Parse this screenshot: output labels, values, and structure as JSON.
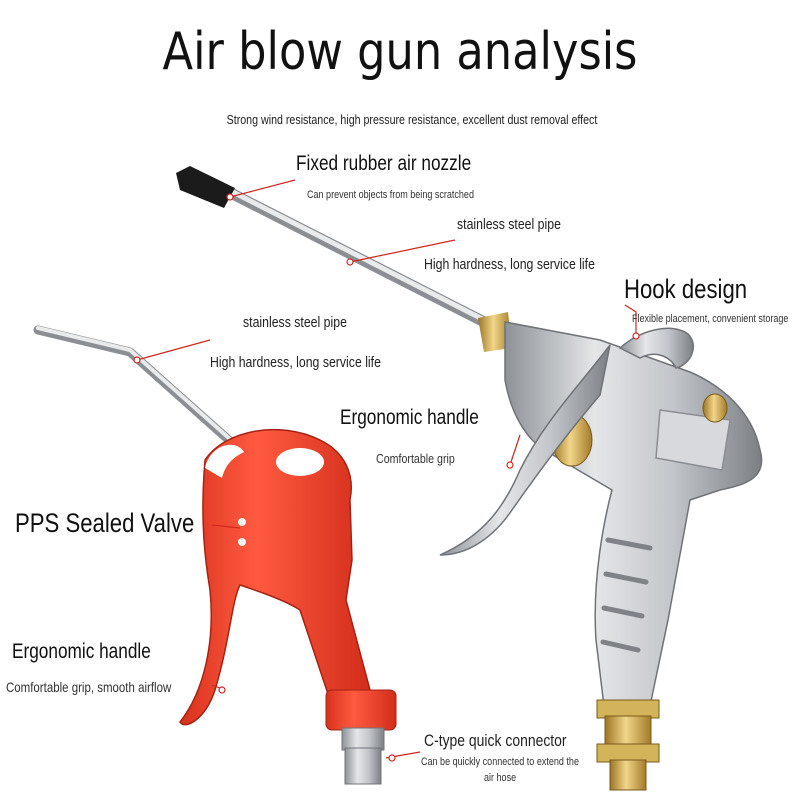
{
  "title": "Air blow gun analysis",
  "subtitle": "Strong wind resistance, high pressure resistance, excellent dust removal effect",
  "callouts": {
    "nozzle": {
      "title": "Fixed rubber air nozzle",
      "desc": "Can prevent objects from being scratched"
    },
    "pipe_metal": {
      "title": "stainless steel pipe",
      "desc": "High hardness, long service life"
    },
    "hook": {
      "title": "Hook design",
      "desc": "Flexible placement, convenient storage"
    },
    "pipe_red": {
      "title": "stainless steel pipe",
      "desc": "High hardness, long service life"
    },
    "handle_metal": {
      "title": "Ergonomic handle",
      "desc": "Comfortable grip"
    },
    "valve": {
      "title": "PPS Sealed Valve"
    },
    "handle_red": {
      "title": "Ergonomic handle",
      "desc": "Comfortable grip, smooth airflow"
    },
    "connector": {
      "title": "C-type quick connector",
      "desc_line1": "Can be quickly connected to extend the",
      "desc_line2": "air hose"
    }
  },
  "colors": {
    "red_gun": "#f0402a",
    "metal": "#b9bcc0",
    "brass": "#c9a24a",
    "leader": "#d0281e"
  }
}
